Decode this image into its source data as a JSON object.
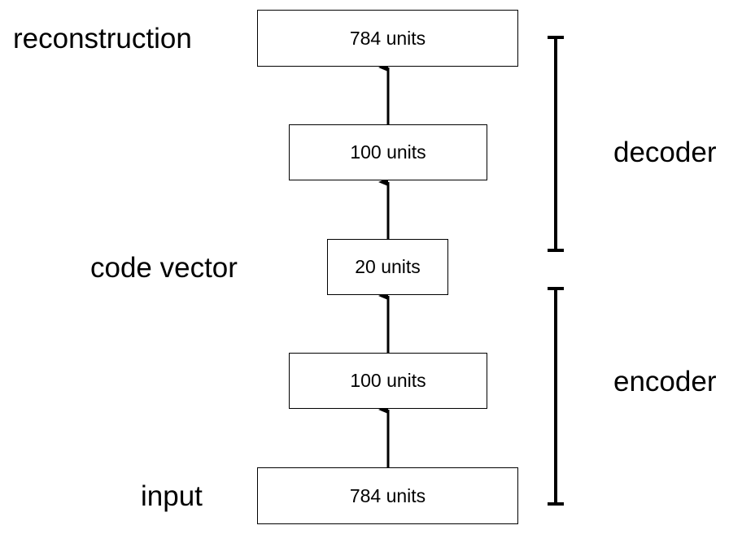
{
  "layers": {
    "reconstruction": {
      "label": "reconstruction",
      "units": "784 units"
    },
    "decoder_hidden": {
      "units": "100 units"
    },
    "code": {
      "label": "code vector",
      "units": "20 units"
    },
    "encoder_hidden": {
      "units": "100 units"
    },
    "input": {
      "label": "input",
      "units": "784 units"
    }
  },
  "sections": {
    "decoder": "decoder",
    "encoder": "encoder"
  }
}
